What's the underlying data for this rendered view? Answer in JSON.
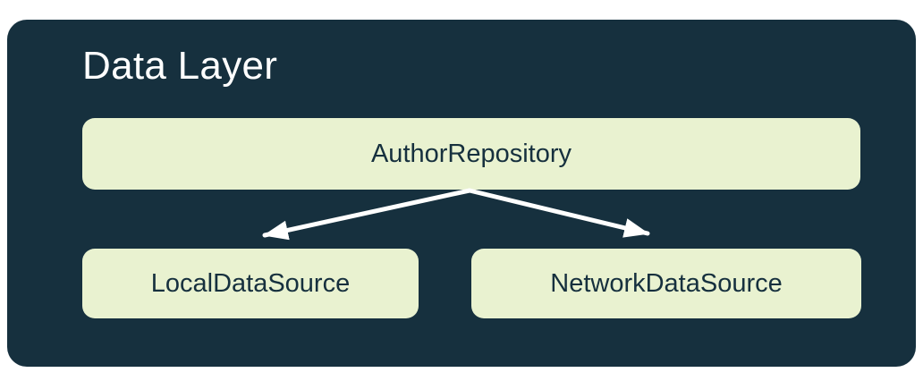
{
  "diagram": {
    "title": "Data Layer",
    "nodes": [
      {
        "id": "repository",
        "label": "AuthorRepository"
      },
      {
        "id": "local",
        "label": "LocalDataSource"
      },
      {
        "id": "network",
        "label": "NetworkDataSource"
      }
    ],
    "edges": [
      {
        "from": "AuthorRepository",
        "to": "LocalDataSource"
      },
      {
        "from": "AuthorRepository",
        "to": "NetworkDataSource"
      }
    ],
    "colors": {
      "panel_bg": "#16303e",
      "node_bg": "#e9f2d0",
      "node_text": "#16303e",
      "title_text": "#ffffff",
      "arrow": "#ffffff",
      "page_bg": "#ffffff"
    }
  }
}
